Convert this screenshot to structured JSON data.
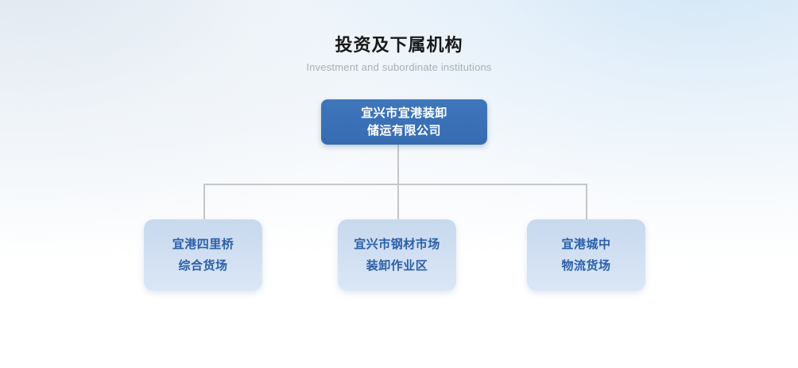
{
  "header": {
    "title": "投资及下属机构",
    "subtitle": "Investment and subordinate institutions"
  },
  "colors": {
    "root_node_fill": "#3a72b8",
    "root_node_text": "#ffffff",
    "child_node_fill_top": "#c8d9ee",
    "child_node_fill_bottom": "#dbe7f6",
    "child_node_text": "#2a5fa8",
    "connector_line": "#c6c6c6",
    "title_text": "#1a1a1a",
    "subtitle_text": "#a9afb6",
    "background_tint": "#e4eff9"
  },
  "org_chart": {
    "root": {
      "lines": [
        "宜兴市宜港装卸",
        "储运有限公司"
      ]
    },
    "children": [
      {
        "lines": [
          "宜港四里桥",
          "综合货场"
        ]
      },
      {
        "lines": [
          "宜兴市钢材市场",
          "装卸作业区"
        ]
      },
      {
        "lines": [
          "宜港城中",
          "物流货场"
        ]
      }
    ]
  }
}
